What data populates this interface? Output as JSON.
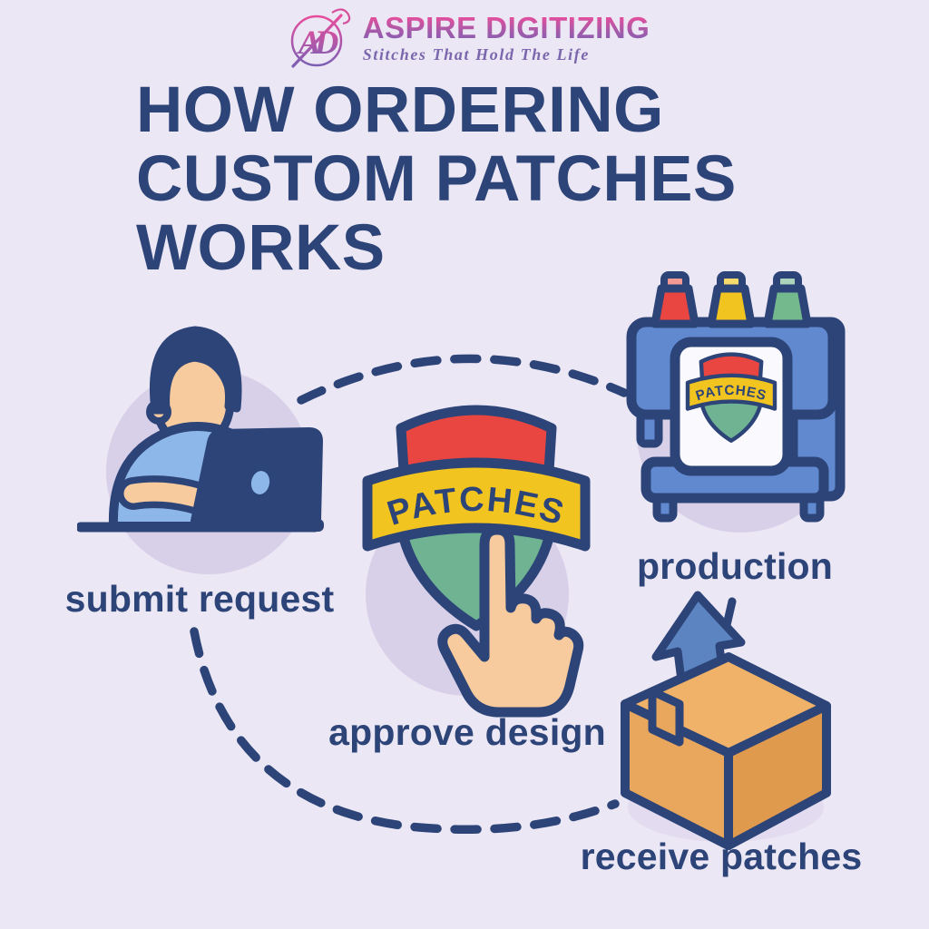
{
  "brand": {
    "monogram": "AD",
    "name": "ASPIRE DIGITIZING",
    "tagline": "Stitches That Hold The Life"
  },
  "title": {
    "lines": [
      "HOW ORDERING",
      "CUSTOM PATCHES",
      "WORKS"
    ]
  },
  "patch_badge": {
    "text": "PATCHES"
  },
  "steps": [
    {
      "label": "submit request",
      "icon": "person-typing-laptop-icon"
    },
    {
      "label": "approve design",
      "icon": "hand-pointing-patch-icon"
    },
    {
      "label": "production",
      "icon": "embroidery-machine-icon"
    },
    {
      "label": "receive patches",
      "icon": "open-box-arrow-icon"
    }
  ],
  "colors": {
    "background": "#ece7f4",
    "circle_bg": "#d8d0e8",
    "navy": "#2d4478",
    "red": "#ea4641",
    "yellow": "#f2c41f",
    "teal": "#6fb392",
    "skin": "#f7cb9d",
    "shirt_blue": "#8cb7e8",
    "machine_blue": "#6189cf",
    "arrow_blue": "#5c84c0",
    "box_tan": "#e9a75d",
    "brand_pink": "#e84d9c",
    "brand_purple": "#7b5fb4"
  }
}
